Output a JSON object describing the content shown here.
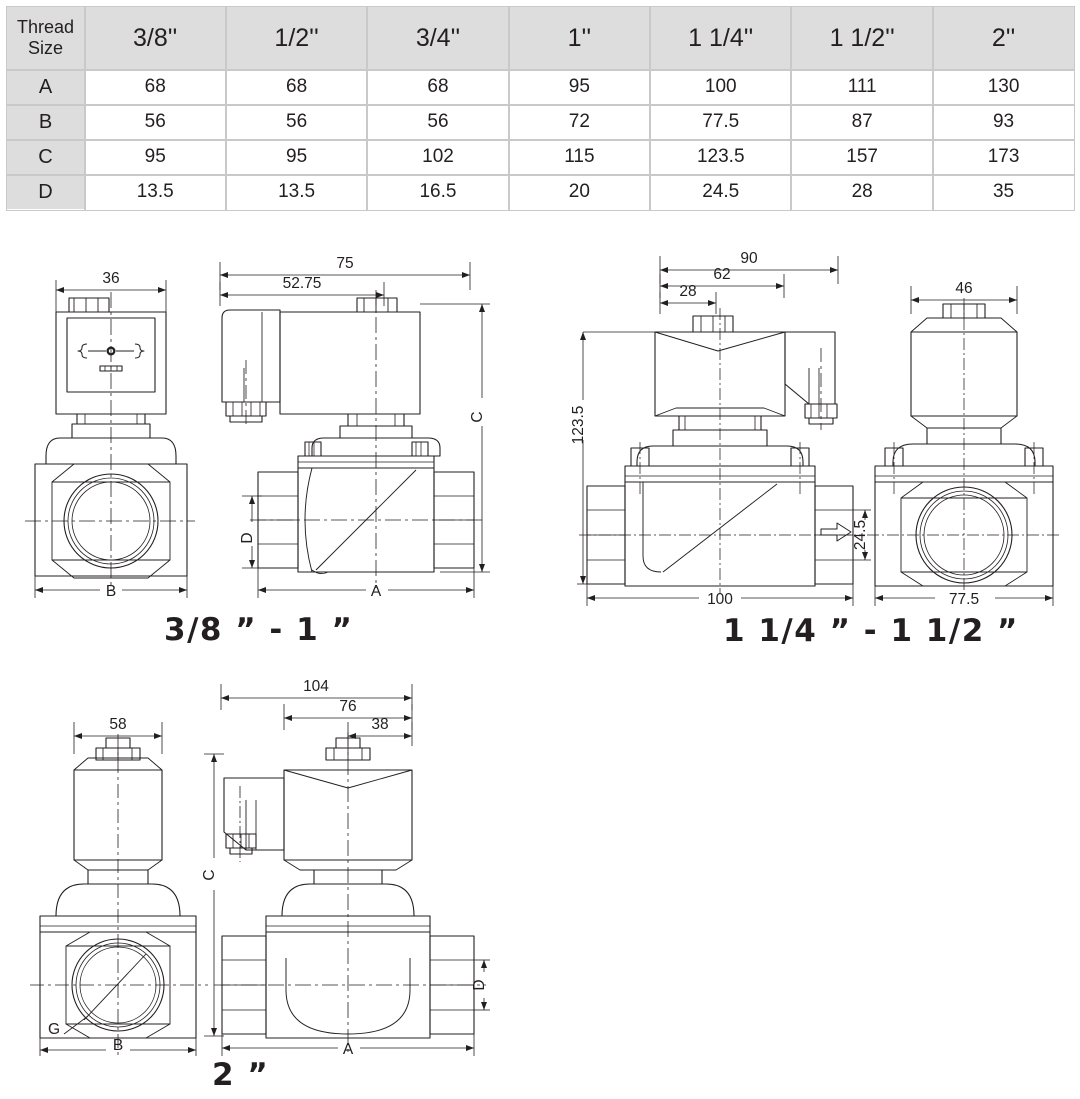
{
  "table": {
    "corner_label_line1": "Thread",
    "corner_label_line2": "Size",
    "columns": [
      "3/8''",
      "1/2''",
      "3/4''",
      "1''",
      "1 1/4''",
      "1 1/2''",
      "2''"
    ],
    "rows": [
      {
        "label": "A",
        "values": [
          "68",
          "68",
          "68",
          "95",
          "100",
          "111",
          "130"
        ]
      },
      {
        "label": "B",
        "values": [
          "56",
          "56",
          "56",
          "72",
          "77.5",
          "87",
          "93"
        ]
      },
      {
        "label": "C",
        "values": [
          "95",
          "95",
          "102",
          "115",
          "123.5",
          "157",
          "173"
        ]
      },
      {
        "label": "D",
        "values": [
          "13.5",
          "13.5",
          "16.5",
          "20",
          "24.5",
          "28",
          "35"
        ]
      }
    ]
  },
  "figures": [
    {
      "id": "figure-small",
      "caption": "3/8 ” - 1 ”",
      "views": [
        "end-view",
        "front-view"
      ],
      "dimensions": {
        "end_width": "36",
        "end_bottom_label": "B",
        "overall_length": "75",
        "coil_offset": "52.75",
        "height_label": "C",
        "port_label": "D",
        "length_label": "A"
      }
    },
    {
      "id": "figure-medium",
      "caption": "1 1/4 ” - 1 1/2 ”",
      "views": [
        "front-view",
        "end-view"
      ],
      "dimensions": {
        "overall_width": "90",
        "coil_width": "62",
        "stem_offset": "28",
        "height": "123.5",
        "length": "100",
        "port_height": "24.5",
        "end_top_width": "46",
        "end_bottom_width": "77.5"
      }
    },
    {
      "id": "figure-large",
      "caption": "2 ”",
      "views": [
        "end-view",
        "front-view"
      ],
      "dimensions": {
        "end_top_width": "58",
        "thread_label": "G",
        "end_bottom_label": "B",
        "overall_length": "104",
        "coil_width": "76",
        "stem_offset": "38",
        "height_label": "C",
        "port_label": "D",
        "length_label": "A"
      }
    }
  ],
  "colors": {
    "line": "#231f20",
    "header_bg": "#dddddd",
    "grid": "#c9c9c9",
    "page_bg": "#ffffff"
  }
}
